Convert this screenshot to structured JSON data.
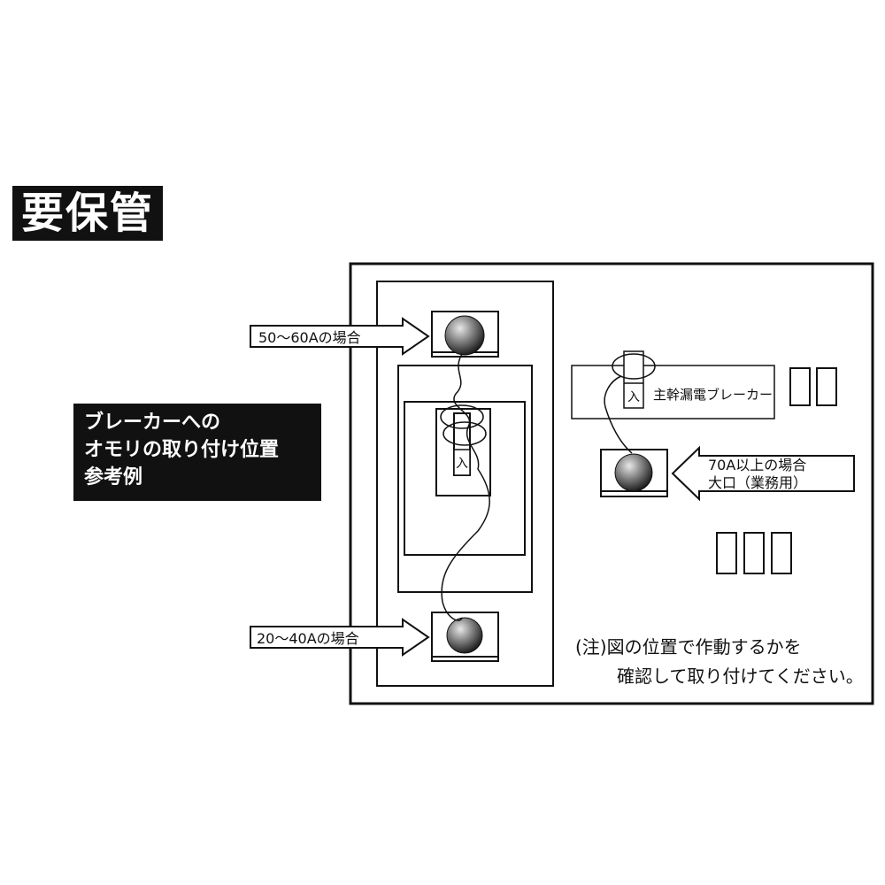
{
  "title": "要保管",
  "reference": {
    "lines": [
      "ブレーカーへの",
      "オモリの取り付け位置",
      "参考例"
    ]
  },
  "labels": {
    "range_50_60": "50〜60Aの場合",
    "range_20_40": "20〜40Aの場合",
    "range_70": [
      "70A以上の場合",
      "大口（業務用）"
    ],
    "main_breaker": "主幹漏電ブレーカー",
    "input_mark": "入"
  },
  "note": {
    "lines": [
      "(注)図の位置で作動するかを",
      "確認して取り付けてください。"
    ]
  }
}
